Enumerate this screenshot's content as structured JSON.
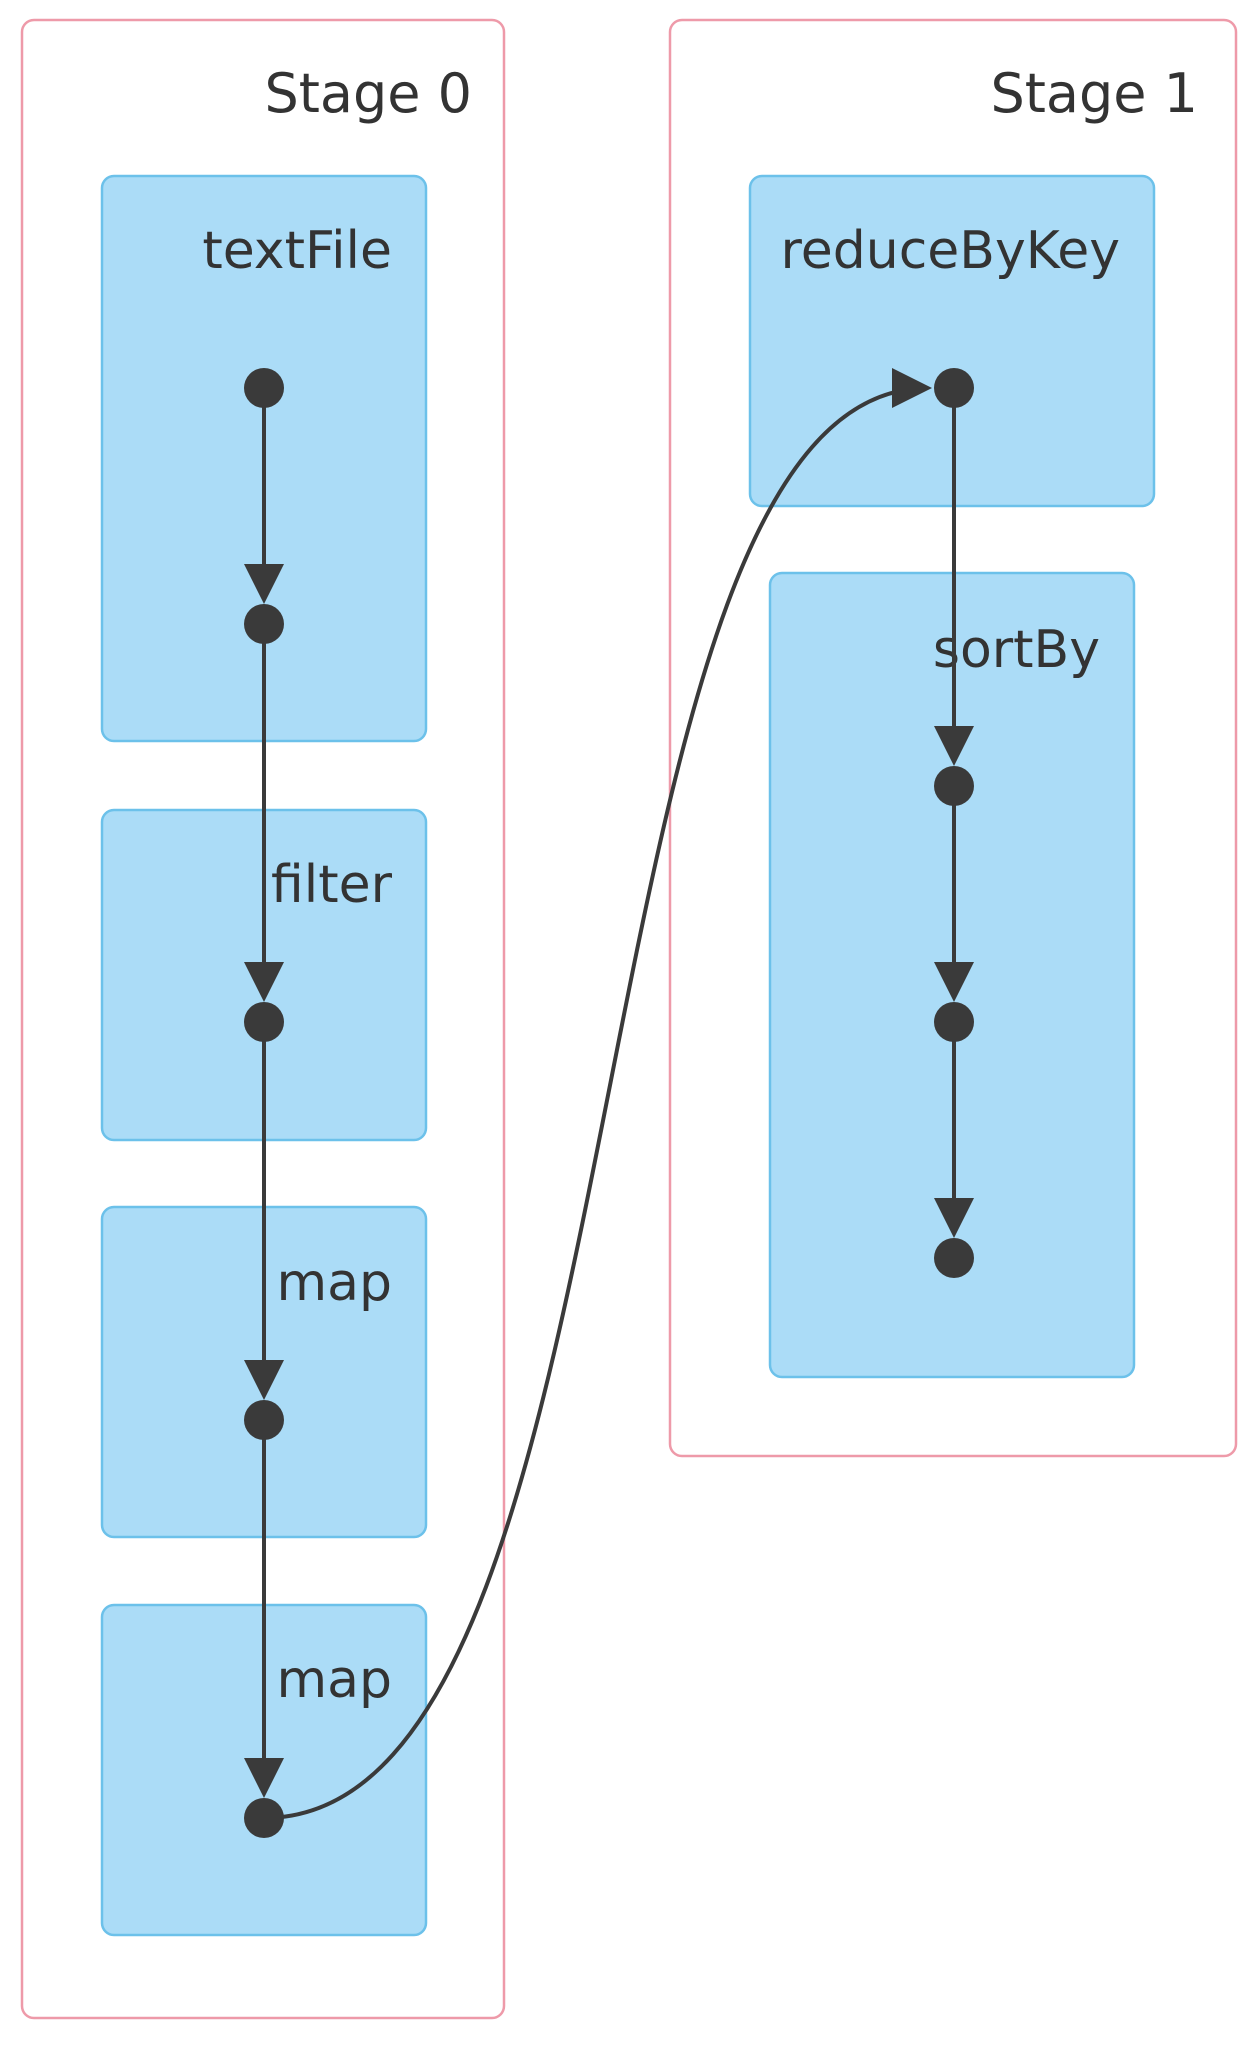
{
  "stages": [
    {
      "label": "Stage 0",
      "operations": [
        "textFile",
        "filter",
        "map",
        "map"
      ]
    },
    {
      "label": "Stage 1",
      "operations": [
        "reduceByKey",
        "sortBy"
      ]
    }
  ],
  "colors": {
    "stage_border": "#ee9aa9",
    "operation_fill": "#abdcf7",
    "operation_border": "#6cc1ea",
    "edge": "#3a3a3a",
    "text": "#333333"
  }
}
